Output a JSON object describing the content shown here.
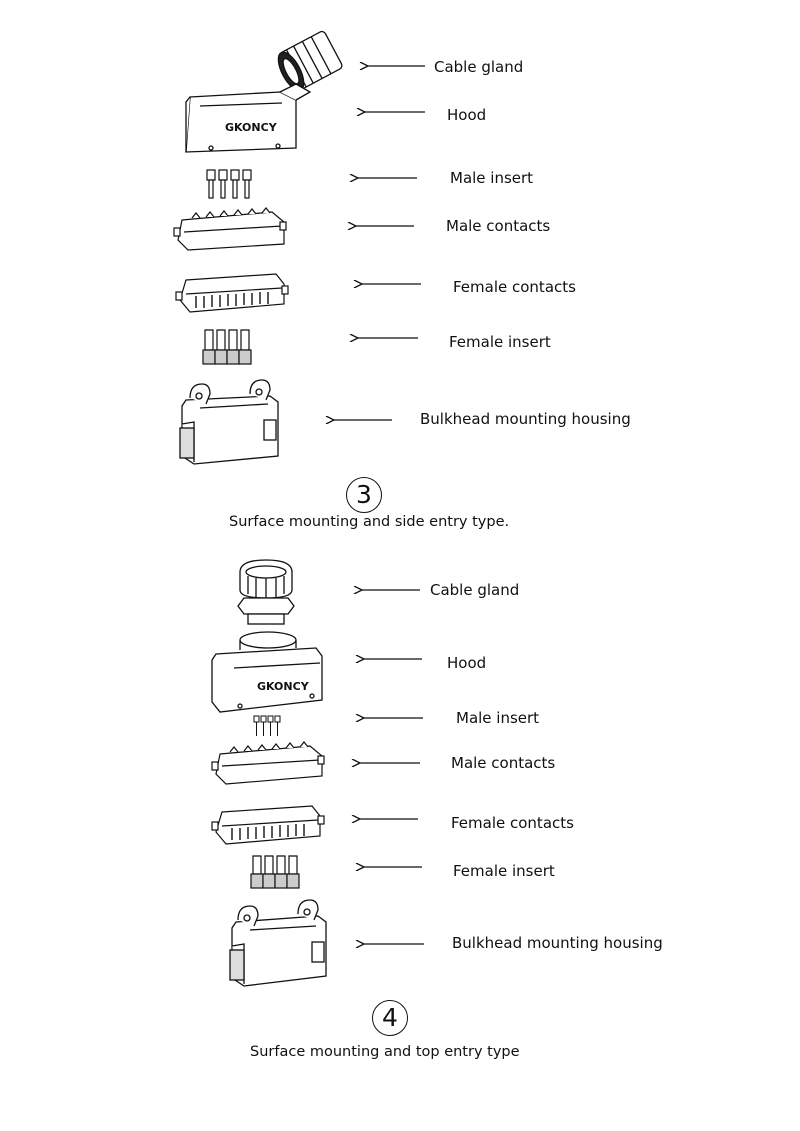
{
  "section3": {
    "number": "3",
    "caption": "Surface mounting and side entry type.",
    "labels": {
      "cable_gland": "Cable gland",
      "hood": "Hood",
      "male_insert": "Male insert",
      "male_contacts": "Male contacts",
      "female_contacts": "Female contacts",
      "female_insert": "Female insert",
      "housing": "Bulkhead mounting housing"
    },
    "brand": "GKONCY"
  },
  "section4": {
    "number": "4",
    "caption": "Surface mounting and top entry type",
    "labels": {
      "cable_gland": "Cable gland",
      "hood": "Hood",
      "male_insert": "Male insert",
      "male_contacts": "Male contacts",
      "female_contacts": "Female contacts",
      "female_insert": "Female insert",
      "housing": "Bulkhead mounting housing"
    },
    "brand": "GKONCY"
  }
}
